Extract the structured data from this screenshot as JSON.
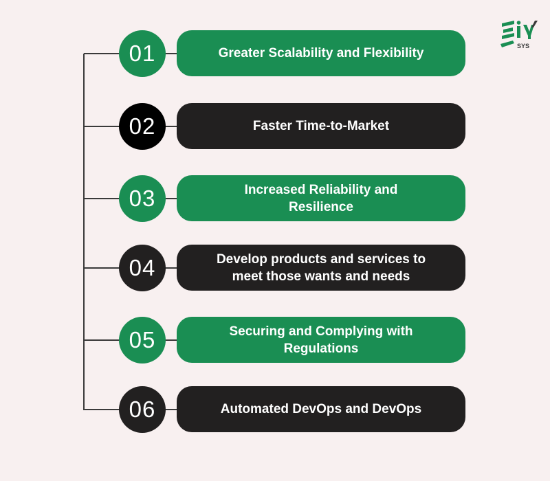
{
  "logo": {
    "text": "SYS",
    "icon": "eiy-logo-icon",
    "color": "#1a8e53"
  },
  "colors": {
    "background": "#f8f0f0",
    "green": "#1a8e53",
    "dark": "#222020",
    "black": "#000000",
    "connector": "#3a3a3a"
  },
  "items": [
    {
      "number": "01",
      "label": "Greater Scalability and Flexibility",
      "style": "green"
    },
    {
      "number": "02",
      "label": "Faster Time-to-Market",
      "style": "dark"
    },
    {
      "number": "03",
      "label": "Increased Reliability and Resilience",
      "style": "green"
    },
    {
      "number": "04",
      "label": "Develop products and services to meet those wants and needs",
      "style": "dark"
    },
    {
      "number": "05",
      "label": "Securing and Complying with Regulations",
      "style": "green"
    },
    {
      "number": "06",
      "label": "Automated DevOps and DevOps",
      "style": "dark"
    }
  ]
}
